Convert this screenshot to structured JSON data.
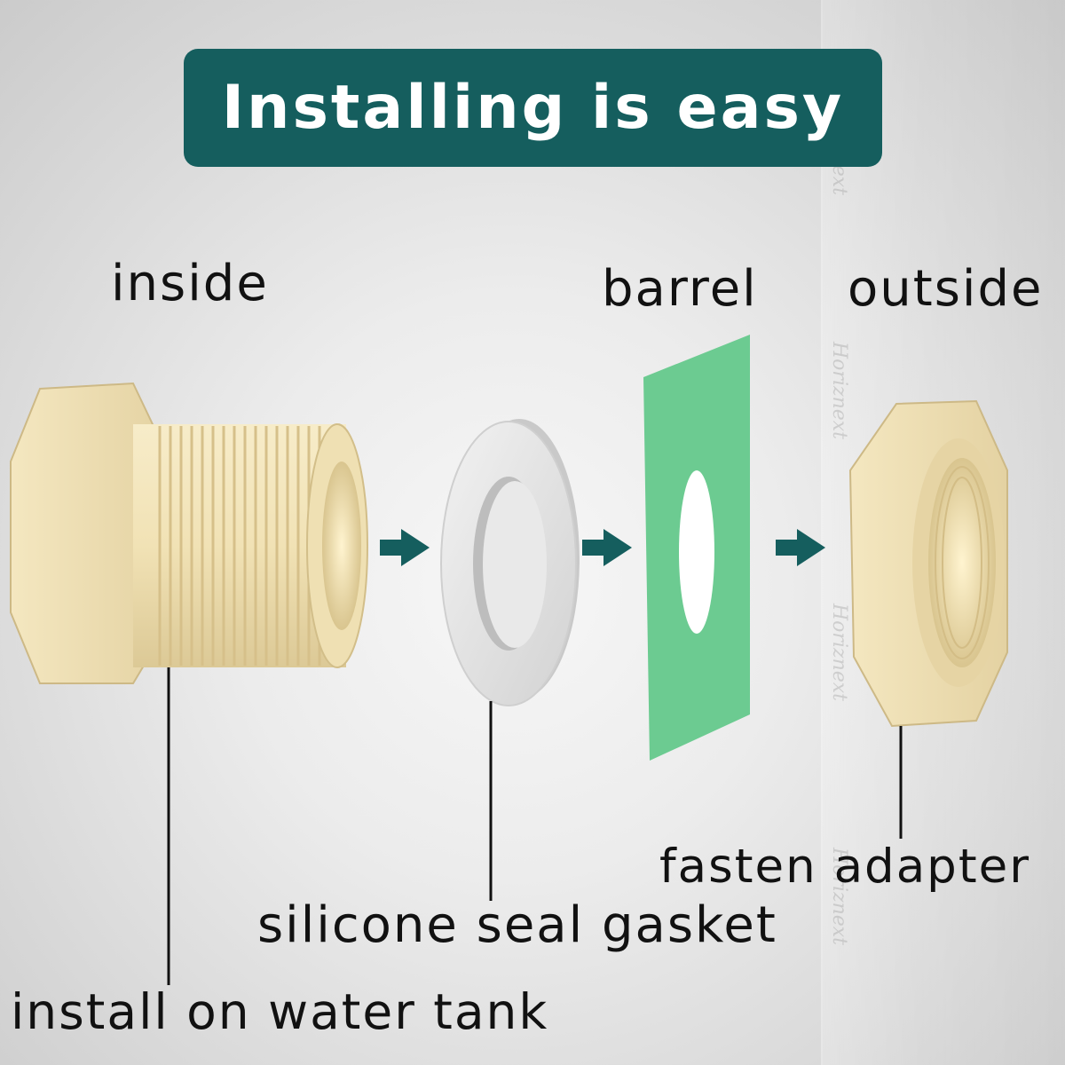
{
  "title": "Installing is easy",
  "labels": {
    "inside": "inside",
    "barrel": "barrel",
    "outside": "outside",
    "fasten_adapter": "fasten adapter",
    "gasket": "silicone seal gasket",
    "install": "install on water tank"
  },
  "watermark": "Horiznext",
  "colors": {
    "banner": "#155e5e",
    "arrow": "#155e5e",
    "barrel_sheet": "#6ccb91",
    "fitting": "#f1e3b8",
    "gasket": "#dcdcdc"
  }
}
